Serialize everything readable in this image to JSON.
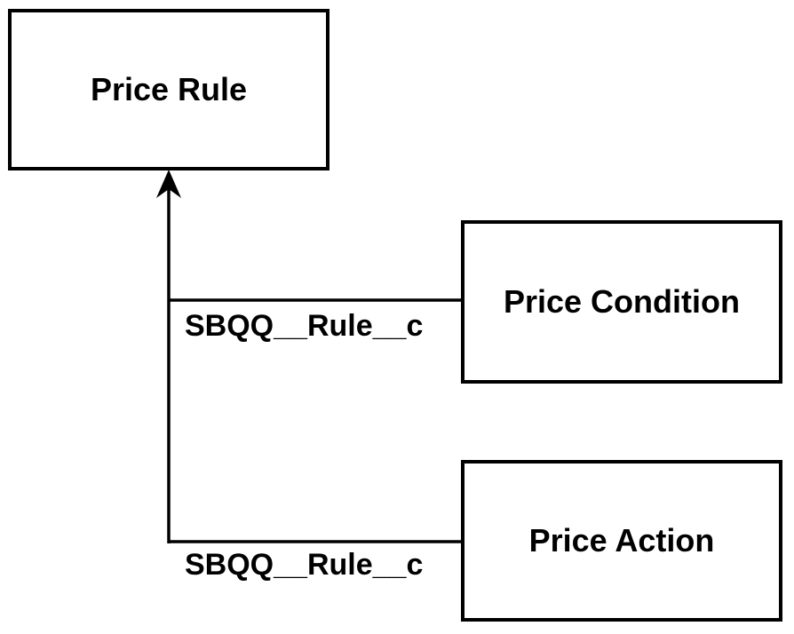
{
  "diagram": {
    "background_color": "#ffffff",
    "line_color": "#000000",
    "nodes": [
      {
        "id": "price-rule",
        "label": "Price Rule"
      },
      {
        "id": "price-condition",
        "label": "Price Condition"
      },
      {
        "id": "price-action",
        "label": "Price Action"
      }
    ],
    "edges": [
      {
        "from": "price-condition",
        "to": "price-rule",
        "label": "SBQQ__Rule__c",
        "arrowhead": "to"
      },
      {
        "from": "price-action",
        "to": "price-rule",
        "label": "SBQQ__Rule__c",
        "arrowhead": "to"
      }
    ]
  }
}
